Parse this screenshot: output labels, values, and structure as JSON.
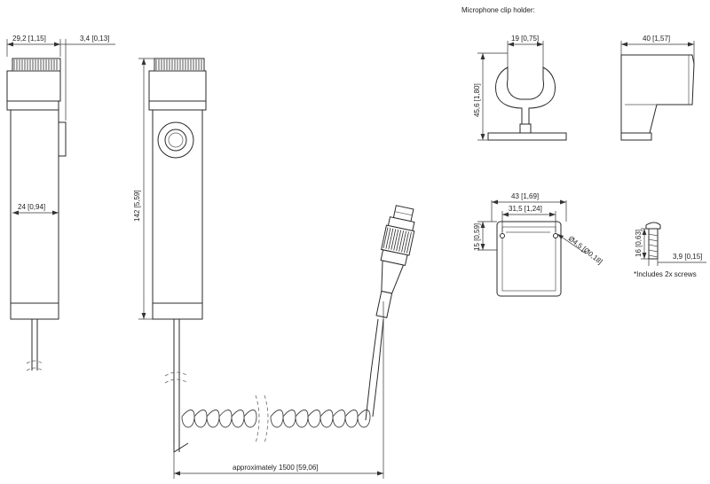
{
  "diagram": {
    "section_title": "Microphone clip holder:",
    "dimensions": {
      "mic_width": "29,2 [1,15]",
      "button_protrusion": "3,4 [0,13]",
      "body_width": "24 [0,94]",
      "mic_length": "142 [5,59]",
      "cable_length": "approximately 1500 [59,06]",
      "clip_opening": "19 [0,75]",
      "clip_height": "45,6 [1,80]",
      "clip_depth": "40 [1,57]",
      "clip_overall_width": "43 [1,69]",
      "clip_hole_spacing": "31,5 [1,24]",
      "clip_side_height": "15 [0,59]",
      "hole_diameter": "Ø4,5 [Ø0,18]",
      "screw_length": "16 [0,63]",
      "screw_diameter": "3,9 [0,15]"
    },
    "note": "*Includes 2x screws"
  }
}
